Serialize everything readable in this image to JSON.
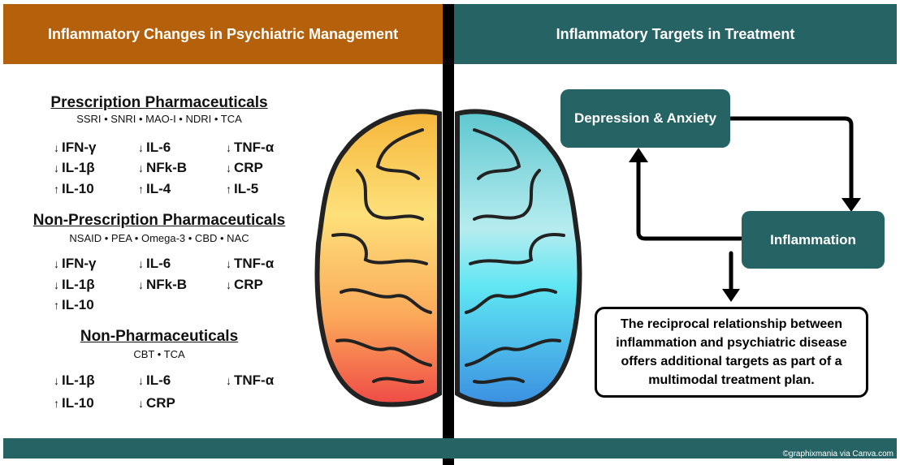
{
  "left_header": "Inflammatory Changes in Psychiatric Management",
  "right_header": "Inflammatory Targets in Treatment",
  "sections": [
    {
      "title": "Prescription Pharmaceuticals",
      "subtitle": "SSRI • SNRI • MAO-I • NDRI • TCA",
      "markers": [
        {
          "dir": "down",
          "label": "IFN-γ"
        },
        {
          "dir": "down",
          "label": "IL-6"
        },
        {
          "dir": "down",
          "label": "TNF-α"
        },
        {
          "dir": "down",
          "label": "IL-1β"
        },
        {
          "dir": "down",
          "label": "NFk-B"
        },
        {
          "dir": "down",
          "label": "CRP"
        },
        {
          "dir": "up",
          "label": "IL-10"
        },
        {
          "dir": "up",
          "label": "IL-4"
        },
        {
          "dir": "up",
          "label": "IL-5"
        }
      ]
    },
    {
      "title": "Non-Prescription Pharmaceuticals",
      "subtitle": "NSAID • PEA • Omega-3 • CBD • NAC",
      "markers": [
        {
          "dir": "down",
          "label": "IFN-γ"
        },
        {
          "dir": "down",
          "label": "IL-6"
        },
        {
          "dir": "down",
          "label": "TNF-α"
        },
        {
          "dir": "down",
          "label": "IL-1β"
        },
        {
          "dir": "down",
          "label": "NFk-B"
        },
        {
          "dir": "down",
          "label": "CRP"
        },
        {
          "dir": "up",
          "label": "IL-10"
        }
      ]
    },
    {
      "title": "Non-Pharmaceuticals",
      "subtitle": "CBT • TCA",
      "markers": [
        {
          "dir": "down",
          "label": "IL-1β"
        },
        {
          "dir": "down",
          "label": "IL-6"
        },
        {
          "dir": "down",
          "label": "TNF-α"
        },
        {
          "dir": "up",
          "label": "IL-10"
        },
        {
          "dir": "down",
          "label": "CRP"
        }
      ]
    }
  ],
  "arrows": {
    "up": "↑",
    "down": "↓"
  },
  "diagram": {
    "box_depression": "Depression & Anxiety",
    "box_inflammation": "Inflammation",
    "note": "The reciprocal relationship between inflammation and psychiatric disease offers additional targets as part of a multimodal treatment plan."
  },
  "footer": "©graphixmania via Canva.com",
  "colors": {
    "orange": "#b5600a",
    "teal": "#256364"
  }
}
